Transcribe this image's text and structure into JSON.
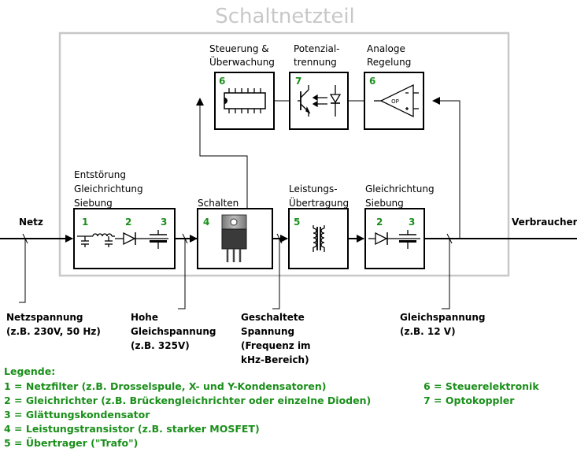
{
  "title": "Schaltnetzteil",
  "input_label": "Netz",
  "output_label": "Verbraucher",
  "blocks": {
    "filter": {
      "title": [
        "Entstörung",
        "Gleichrichtung",
        "Siebung"
      ],
      "numbers": [
        "1",
        "2",
        "3"
      ]
    },
    "switch": {
      "title": [
        "Schalten"
      ],
      "numbers": [
        "4"
      ]
    },
    "transformer": {
      "title": [
        "Leistungs-",
        "Übertragung"
      ],
      "numbers": [
        "5"
      ]
    },
    "rectifier": {
      "title": [
        "Gleichrichtung",
        "Siebung"
      ],
      "numbers": [
        "2",
        "3"
      ]
    },
    "control": {
      "title": [
        "Steuerung &",
        "Überwachung"
      ],
      "numbers": [
        "6"
      ]
    },
    "isolation": {
      "title": [
        "Potenzial-",
        "trennung"
      ],
      "numbers": [
        "7"
      ]
    },
    "regulation": {
      "title": [
        "Analoge",
        "Regelung"
      ],
      "numbers": [
        "6"
      ]
    }
  },
  "opamp_label": "OP",
  "voltages": [
    {
      "lines": [
        "Netzspannung",
        "(z.B. 230V, 50 Hz)"
      ]
    },
    {
      "lines": [
        "Hohe",
        "Gleichspannung",
        "(z.B. 325V)"
      ]
    },
    {
      "lines": [
        "Geschaltete",
        "Spannung",
        "(Frequenz im",
        "kHz-Bereich)"
      ]
    },
    {
      "lines": [
        "Gleichspannung",
        "(z.B. 12 V)"
      ]
    }
  ],
  "legend": {
    "heading": "Legende:",
    "left": [
      "1 = Netzfilter (z.B. Drosselspule, X- und Y-Kondensatoren)",
      "2 = Gleichrichter (z.B. Brückengleichrichter oder einzelne Dioden)",
      "3 = Glättungskondensator",
      "4 = Leistungstransistor (z.B. starker MOSFET)",
      "5 = Übertrager (\"Trafo\")"
    ],
    "right": [
      "6 = Steuerelektronik",
      "7 = Optokoppler"
    ]
  },
  "colors": {
    "accent": "#1a8f1a",
    "frame": "#c8c8c8",
    "title": "#c8c8c8"
  }
}
